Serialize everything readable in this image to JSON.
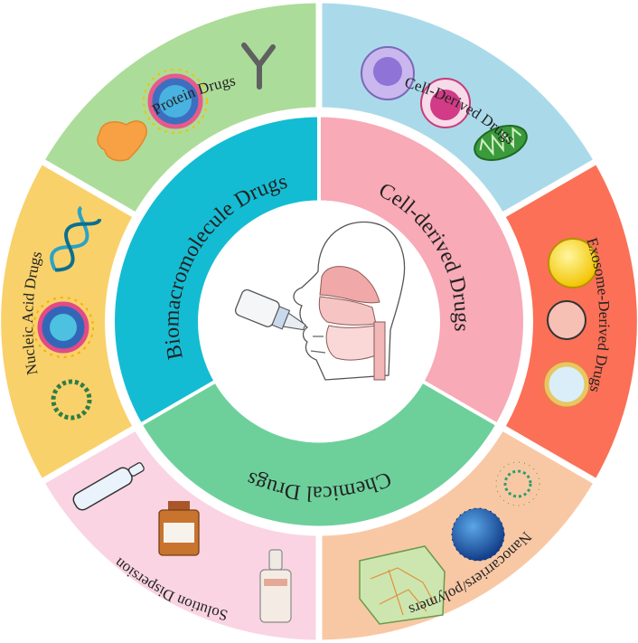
{
  "inner_sectors": [
    {
      "id": "biomacromolecule",
      "label": "Biomacromolecule Drugs",
      "color": "#14bcd3"
    },
    {
      "id": "cell-derived",
      "label": "Cell-derived Drugs",
      "color": "#f8aab6"
    },
    {
      "id": "chemical",
      "label": "Chemical Drugs",
      "color": "#6dd09b"
    }
  ],
  "outer_sectors": [
    {
      "id": "protein",
      "label": "Protein Drugs",
      "color": "#acdc99"
    },
    {
      "id": "cell-derived-outer",
      "label": "Cell-Derived Drugs",
      "color": "#aadaea"
    },
    {
      "id": "exosome",
      "label": "Exosome-Derived Drugs",
      "color": "#fb7056"
    },
    {
      "id": "nano",
      "label": "Nanocarriers/polymers",
      "color": "#f8c8a5"
    },
    {
      "id": "solution",
      "label": "Solution Dispersion",
      "color": "#fad4e2"
    },
    {
      "id": "nucleic",
      "label": "Nucleic Acid Drugs",
      "color": "#f9d16a"
    }
  ],
  "icons": [
    "antibody-icon",
    "protein-blob-icon",
    "virus-particle-icon",
    "cell-purple-icon",
    "cell-pink-icon",
    "mitochondria-icon",
    "exosome-yellow-icon",
    "exosome-pink-icon",
    "exosome-lipid-icon",
    "micelle-icon",
    "nanoparticle-sphere-icon",
    "hydrogel-icon",
    "ampoule-icon",
    "vial-icon",
    "spray-bottle-icon",
    "dna-helix-icon",
    "lipid-nanoparticle-icon",
    "plasmid-ring-icon",
    "nasal-anatomy-icon",
    "nasal-dropper-icon"
  ]
}
